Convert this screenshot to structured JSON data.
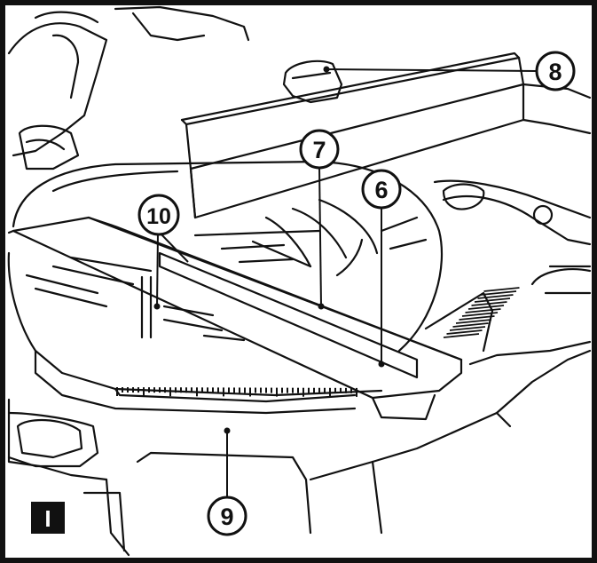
{
  "figure": {
    "figure_label": "I",
    "callouts": [
      {
        "id": "c6",
        "label": "6"
      },
      {
        "id": "c7",
        "label": "7"
      },
      {
        "id": "c8",
        "label": "8"
      },
      {
        "id": "c9",
        "label": "9"
      },
      {
        "id": "c10",
        "label": "10"
      }
    ],
    "colors": {
      "line": "#111111",
      "background": "#ffffff",
      "shade": "#cfcfcf"
    }
  }
}
